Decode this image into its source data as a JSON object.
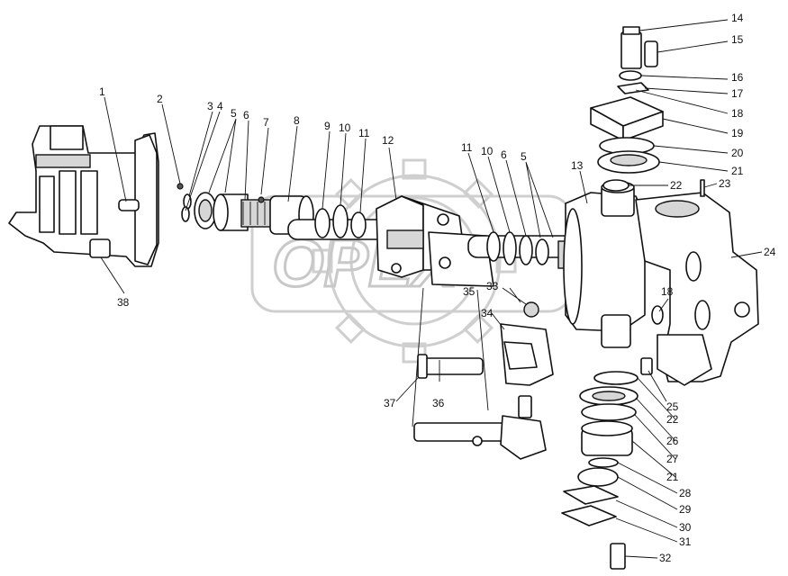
{
  "watermark": {
    "text": "OPEX"
  },
  "callouts": {
    "c1": "1",
    "c2": "2",
    "c3": "3",
    "c4": "4",
    "c5a": "5",
    "c6a": "6",
    "c7": "7",
    "c8": "8",
    "c9": "9",
    "c10a": "10",
    "c11a": "11",
    "c12": "12",
    "c11b": "11",
    "c10b": "10",
    "c6b": "6",
    "c5b": "5",
    "c13": "13",
    "c14": "14",
    "c15": "15",
    "c16": "16",
    "c17": "17",
    "c18a": "18",
    "c19": "19",
    "c20": "20",
    "c21a": "21",
    "c22a": "22",
    "c23": "23",
    "c24": "24",
    "c18b": "18",
    "c25": "25",
    "c22b": "22",
    "c26": "26",
    "c27": "27",
    "c21b": "21",
    "c28": "28",
    "c29": "29",
    "c30": "30",
    "c31": "31",
    "c32": "32",
    "c33": "33",
    "c34": "34",
    "c35": "35",
    "c36": "36",
    "c37": "37",
    "c38": "38"
  }
}
